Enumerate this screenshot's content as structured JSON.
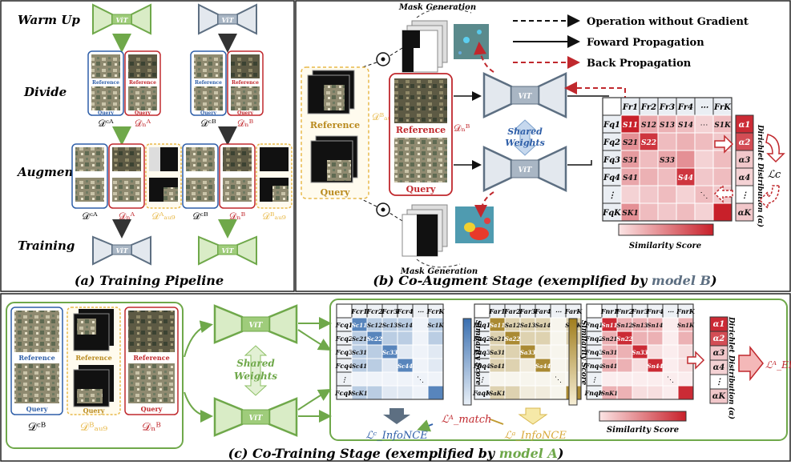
{
  "colors": {
    "green": "#6fa84a",
    "green_fill": "#d9ecc6",
    "slate": "#5d6f82",
    "slate_fill": "#e3e8ee",
    "blue": "#2f5fa8",
    "red": "#c0282d",
    "yellow": "#e8b94a",
    "olive": "#9a7a1f",
    "heat_red": "#c8202a",
    "heat_blue": "#3a6fb0",
    "heat_gold": "#a07d1c"
  },
  "panel_a": {
    "caption": "(a) Training Pipeline",
    "stages": [
      "Warm Up",
      "Divide",
      "Augment",
      "Training"
    ],
    "vit": "ViT",
    "reference": "Reference",
    "query": "Query",
    "sets": {
      "dcA": "𝒟ᶜᴬ",
      "dnA": "𝒟ₙᴬ",
      "dcB": "𝒟ᶜᴮ",
      "dnB": "𝒟ₙᴮ",
      "daugA": "𝒟ᴬₐᵤ₉",
      "daugB": "𝒟ᴮₐᵤ₉"
    }
  },
  "panel_b": {
    "caption_prefix": "(b) Co-Augment Stage  (exemplified by ",
    "caption_model": "model B",
    "caption_suffix": ")",
    "legend": [
      "Operation without Gradient",
      "Foward Propagation",
      "Back Propagation"
    ],
    "mask_generation": "Mask Generation",
    "shared_weights": [
      "Shared",
      "Weights"
    ],
    "reference": "Reference",
    "query": "Query",
    "daug": "𝒟ᴮₐᵤ₉",
    "dn": "𝒟ₙᴮ",
    "vit": "ViT",
    "col_headers": [
      "F_r1",
      "F_r2",
      "F_r3",
      "F_r4",
      "⋯",
      "F_rK"
    ],
    "row_headers": [
      "F_q1",
      "F_q2",
      "F_q3",
      "F_q4",
      "⋮",
      "F_qK"
    ],
    "cells": [
      "S11",
      "S12",
      "S13",
      "S14",
      "S1K",
      "S21",
      "S22",
      "S31",
      "S33",
      "S41",
      "S44",
      "SK1"
    ],
    "alphas": [
      "α1",
      "α2",
      "α3",
      "α4",
      "⋮",
      "αK"
    ],
    "dirichlet": "Dirichlet Distribution (α)",
    "loss": "ℒc",
    "similarity_score": "Similarity Score"
  },
  "panel_c": {
    "caption_prefix": "(c)  Co-Training Stage (exemplified by ",
    "caption_model": "model A",
    "caption_suffix": ")",
    "reference": "Reference",
    "query": "Query",
    "sets": [
      "𝒟ᶜᴮ",
      "𝒟ᴮₐᵤ₉",
      "𝒟ₙᴮ"
    ],
    "shared_weights": [
      "Shared",
      "Weights"
    ],
    "vit": "ViT",
    "matrices": [
      {
        "prefix": "c",
        "color": "#3a6fb0"
      },
      {
        "prefix": "a",
        "color": "#a07d1c"
      },
      {
        "prefix": "n",
        "color": "#c8202a"
      }
    ],
    "similarity_score": "Similarity Score",
    "losses": [
      "ℒᶜ_InfoNCE",
      "ℒᴬ_match",
      "ℒᵃ_InfoNCE"
    ],
    "alphas": [
      "α1",
      "α2",
      "α3",
      "α4",
      "⋮",
      "αK"
    ],
    "dirichlet": "Dirichlet Distribution (α)",
    "edl": "ℒᴬ_EDL"
  }
}
